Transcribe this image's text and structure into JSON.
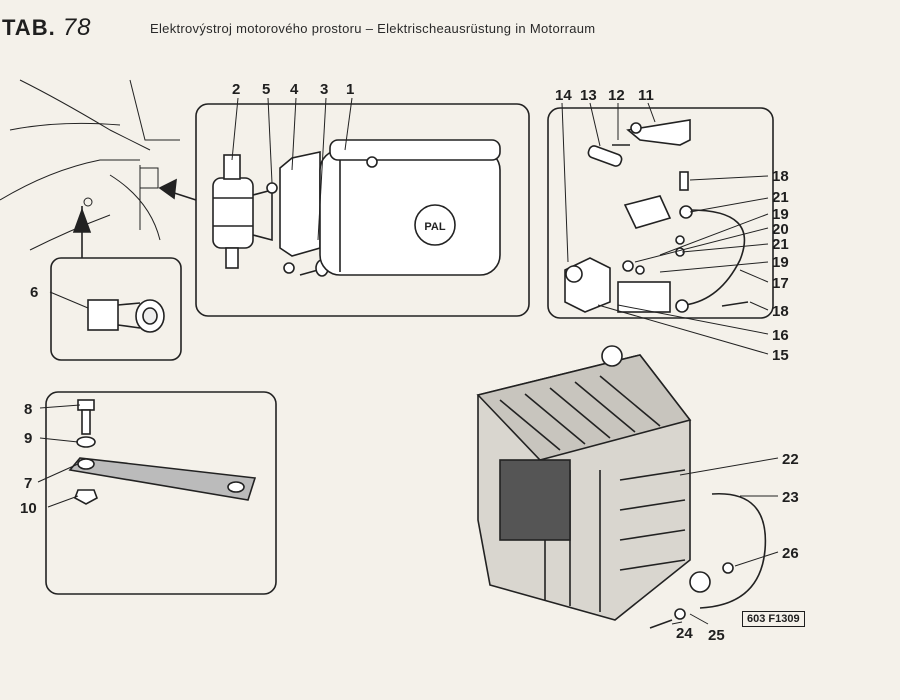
{
  "header": {
    "tab_prefix": "TAB.",
    "tab_number": "78",
    "title": "Elektrovýstroj motorového prostoru – Elektrischeausrüstung in Motorraum"
  },
  "callouts": {
    "c1": "1",
    "c2": "2",
    "c3": "3",
    "c4": "4",
    "c5": "5",
    "c6": "6",
    "c7": "7",
    "c8": "8",
    "c9": "9",
    "c10": "10",
    "c11": "11",
    "c12": "12",
    "c13": "13",
    "c14": "14",
    "c15": "15",
    "c16": "16",
    "c17": "17",
    "c18a": "18",
    "c18b": "18",
    "c19a": "19",
    "c19b": "19",
    "c20": "20",
    "c21a": "21",
    "c21b": "21",
    "c22": "22",
    "c23": "23",
    "c24": "24",
    "c25": "25",
    "c26": "26"
  },
  "regulator_logo": "PAL",
  "stamp": "603 F1309"
}
